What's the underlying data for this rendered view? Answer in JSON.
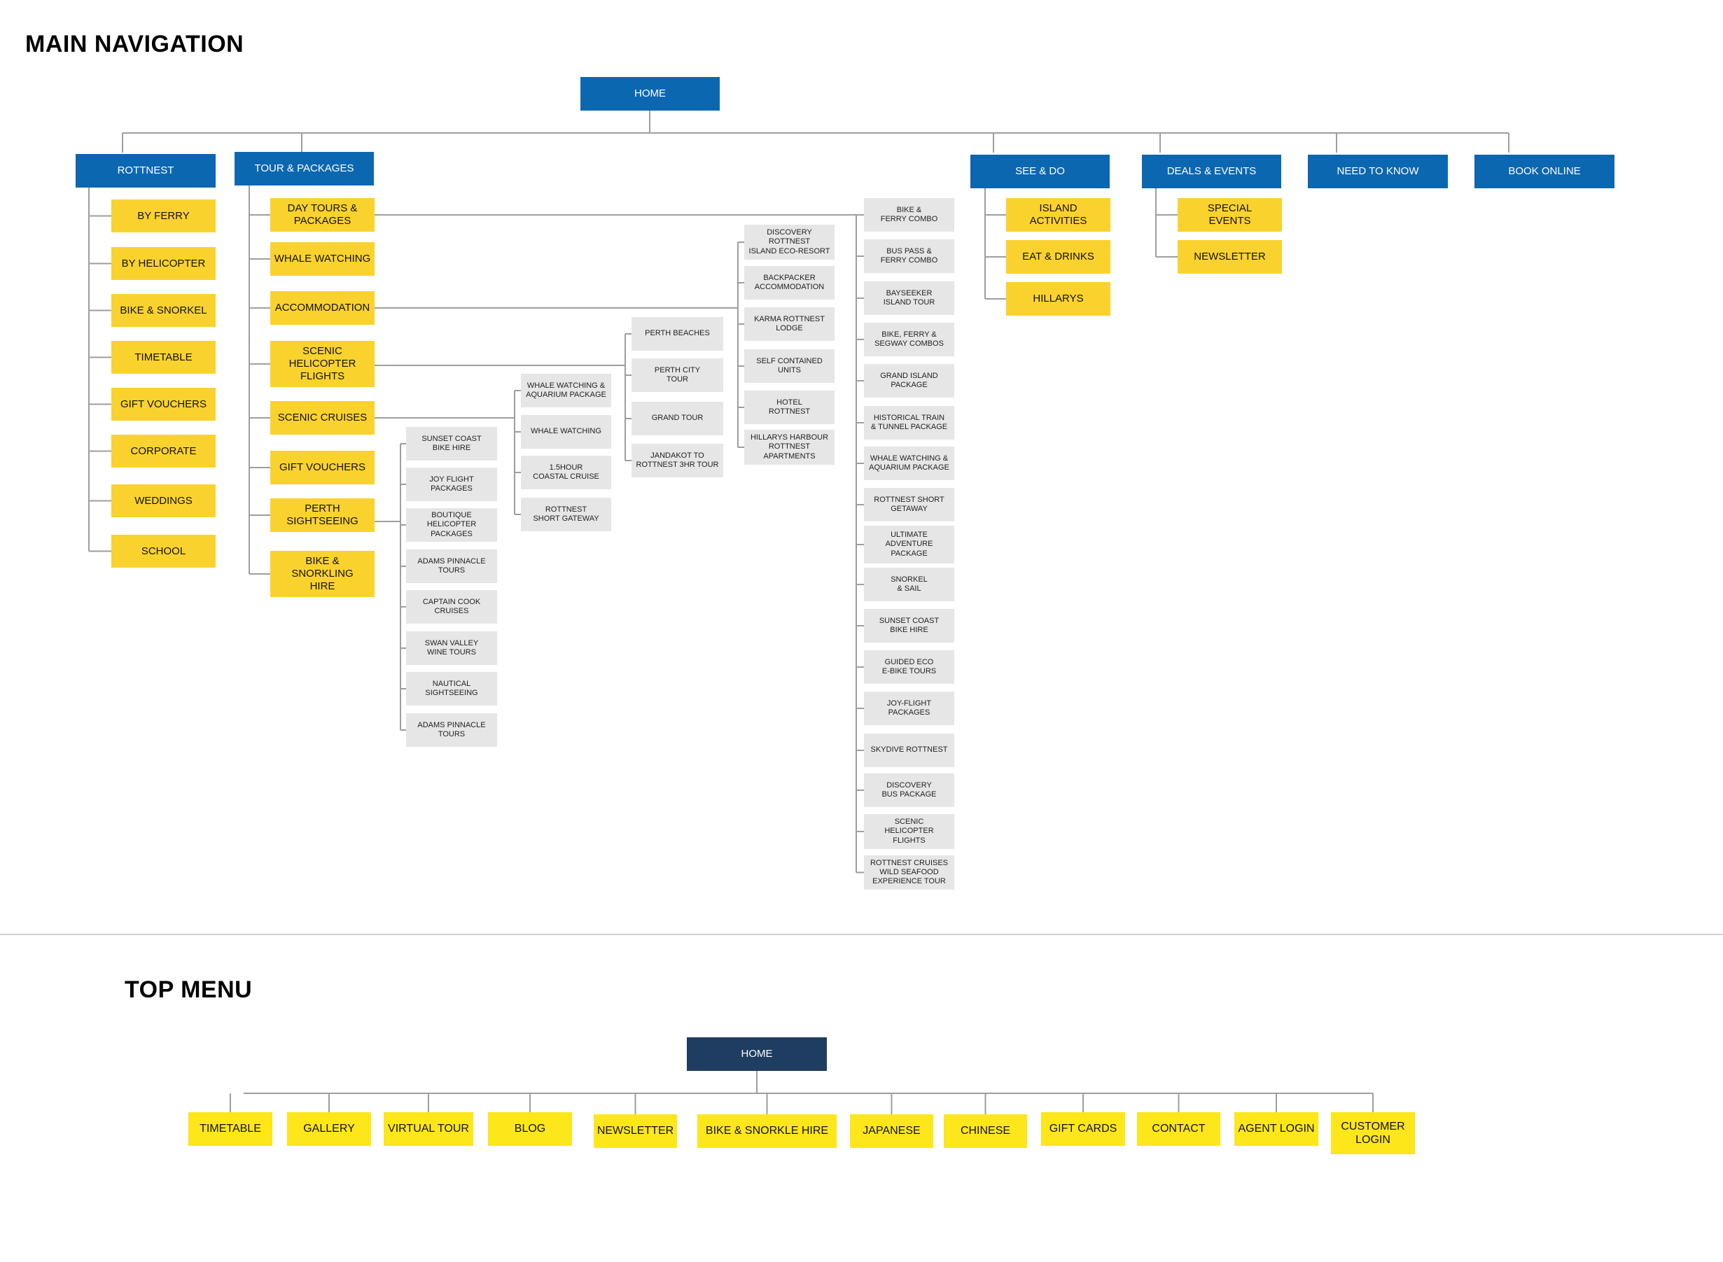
{
  "main_heading": "MAIN NAVIGATION",
  "top_heading": "TOP MENU",
  "colors": {
    "blue": "#0c67b1",
    "dark": "#1f3d60",
    "yellow": "#fad22d",
    "yellow_top": "#fde61a",
    "gray": "#e6e6e6",
    "line": "#9e9e9e"
  },
  "main": {
    "home": "HOME",
    "rottnest": {
      "label": "ROTTNEST",
      "items": [
        "BY FERRY",
        "BY HELICOPTER",
        "BIKE & SNORKEL",
        "TIMETABLE",
        "GIFT VOUCHERS",
        "CORPORATE",
        "WEDDINGS",
        "SCHOOL"
      ]
    },
    "tours": {
      "label": "TOUR & PACKAGES",
      "items": [
        "DAY TOURS &\nPACKAGES",
        "WHALE WATCHING",
        "ACCOMMODATION",
        "SCENIC\nHELICOPTER\nFLIGHTS",
        "SCENIC CRUISES",
        "GIFT VOUCHERS",
        "PERTH\nSIGHTSEEING",
        "BIKE &\nSNORKLING\nHIRE"
      ]
    },
    "day_tours": [
      "BIKE &\nFERRY COMBO",
      "BUS PASS &\nFERRY COMBO",
      "BAYSEEKER\nISLAND TOUR",
      "BIKE, FERRY &\nSEGWAY COMBOS",
      "GRAND ISLAND\nPACKAGE",
      "HISTORICAL TRAIN\n& TUNNEL PACKAGE",
      "WHALE WATCHING &\nAQUARIUM PACKAGE",
      "ROTTNEST SHORT\nGETAWAY",
      "ULTIMATE\nADVENTURE\nPACKAGE",
      "SNORKEL\n& SAIL",
      "SUNSET COAST\nBIKE HIRE",
      "GUIDED ECO\nE-BIKE TOURS",
      "JOY-FLIGHT\nPACKAGES",
      "SKYDIVE ROTTNEST",
      "DISCOVERY\nBUS PACKAGE",
      "SCENIC\nHELICOPTER\nFLIGHTS",
      "ROTTNEST CRUISES\nWILD SEAFOOD\nEXPERIENCE TOUR"
    ],
    "accommodation": [
      "DISCOVERY\nROTTNEST\nISLAND ECO-RESORT",
      "BACKPACKER\nACCOMMODATION",
      "KARMA ROTTNEST\nLODGE",
      "SELF CONTAINED\nUNITS",
      "HOTEL\nROTTNEST",
      "HILLARYS HARBOUR\nROTTNEST\nAPARTMENTS"
    ],
    "helicopter": [
      "PERTH BEACHES",
      "PERTH CITY\nTOUR",
      "GRAND TOUR",
      "JANDAKOT TO\nROTTNEST 3HR TOUR"
    ],
    "cruises": [
      "WHALE WATCHING &\nAQUARIUM PACKAGE",
      "WHALE WATCHING",
      "1.5HOUR\nCOASTAL CRUISE",
      "ROTTNEST\nSHORT GATEWAY"
    ],
    "perth_sightseeing": [
      "SUNSET COAST\nBIKE HIRE",
      "JOY FLIGHT\nPACKAGES",
      "BOUTIQUE\nHELICOPTER\nPACKAGES",
      "ADAMS PINNACLE\nTOURS",
      "CAPTAIN COOK\nCRUISES",
      "SWAN VALLEY\nWINE TOURS",
      "NAUTICAL\nSIGHTSEEING",
      "ADAMS PINNACLE\nTOURS"
    ],
    "see_do": {
      "label": "SEE & DO",
      "items": [
        "ISLAND\nACTIVITIES",
        "EAT & DRINKS",
        "HILLARYS"
      ]
    },
    "deals": {
      "label": "DEALS & EVENTS",
      "items": [
        "SPECIAL\nEVENTS",
        "NEWSLETTER"
      ]
    },
    "need_to_know": "NEED TO KNOW",
    "book_online": "BOOK ONLINE"
  },
  "top": {
    "home": "HOME",
    "items": [
      "TIMETABLE",
      "GALLERY",
      "VIRTUAL TOUR",
      "BLOG",
      "NEWSLETTER",
      "BIKE & SNORKLE HIRE",
      "JAPANESE",
      "CHINESE",
      "GIFT CARDS",
      "CONTACT",
      "AGENT LOGIN",
      "CUSTOMER\nLOGIN"
    ]
  }
}
